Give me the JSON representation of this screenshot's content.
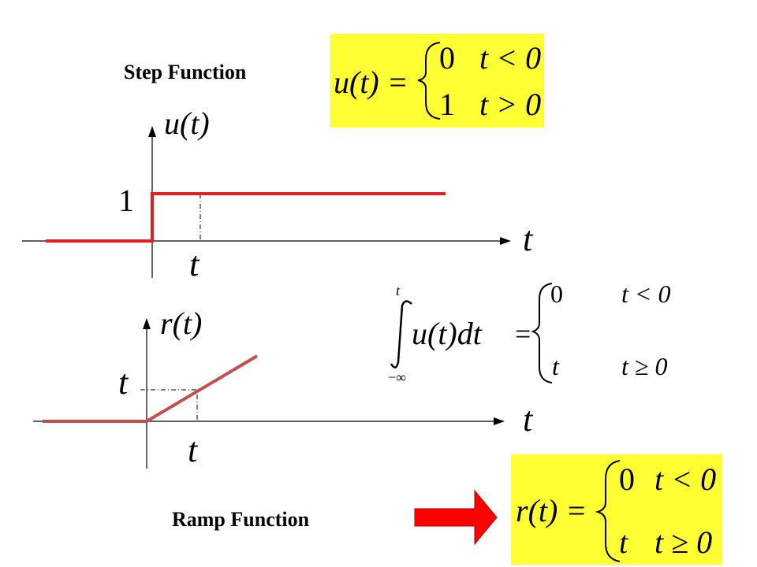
{
  "step": {
    "title": "Step Function",
    "ylabel": "u(t)",
    "level_label": "1",
    "xlabel": "t",
    "tick_label": "t",
    "color": "#e02020",
    "formula": {
      "lhs": "u(t) =",
      "case1_val": "0",
      "case1_cond": "t < 0",
      "case2_val": "1",
      "case2_cond": "t > 0"
    }
  },
  "ramp": {
    "title": "Ramp Function",
    "ylabel": "r(t)",
    "level_label": "t",
    "xlabel": "t",
    "tick_label": "t",
    "color": "#c0504d",
    "integral": {
      "upper": "t",
      "lower": "−∞",
      "integrand": "u(t)dt",
      "equals": "=",
      "case1_val": "0",
      "case1_cond": "t < 0",
      "case2_val": "t",
      "case2_cond": "t ≥ 0"
    },
    "formula": {
      "lhs": "r(t) =",
      "case1_val": "0",
      "case1_cond": "t < 0",
      "case2_val": "t",
      "case2_cond": "t ≥ 0"
    }
  },
  "colors": {
    "highlight": "#ffff33",
    "arrow": "#ff0000"
  }
}
